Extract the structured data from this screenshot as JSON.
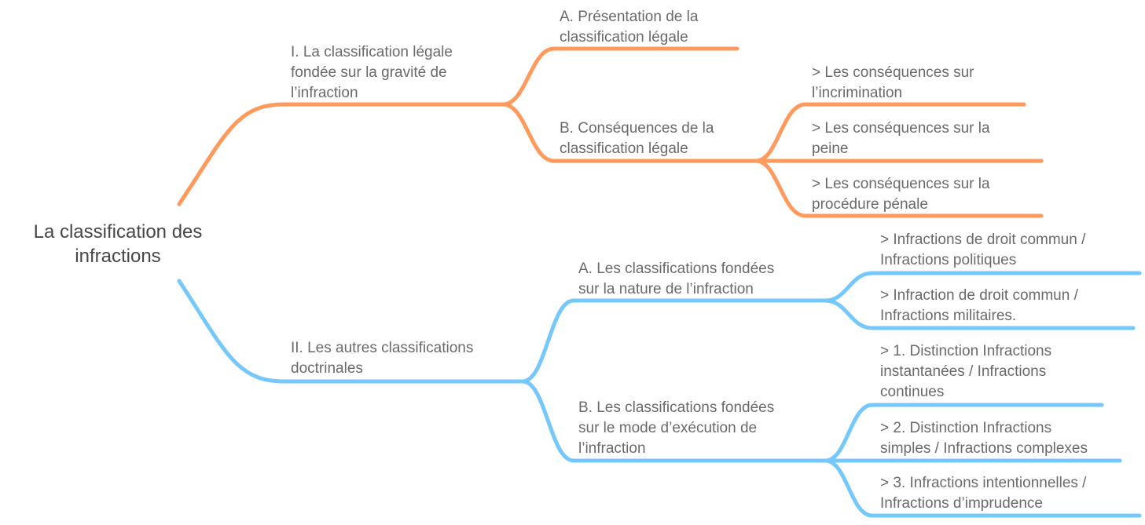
{
  "root": {
    "label": "La classification des\ninfractions"
  },
  "colors": {
    "branch_1": "#FF9A5C",
    "branch_2": "#74C8FB",
    "text": "#6a6a6a"
  },
  "branches": [
    {
      "label": "I.   La classification légale\nfondée sur la gravité de\nl’infraction",
      "children": [
        {
          "label": "A.  Présentation de la\nclassification légale",
          "children": []
        },
        {
          "label": "B.  Conséquences de la\nclassification légale",
          "children": [
            {
              "label": ">   Les conséquences sur\nl’incrimination"
            },
            {
              "label": ">   Les conséquences sur la\npeine"
            },
            {
              "label": ">   Les conséquences sur la\nprocédure pénale"
            }
          ]
        }
      ]
    },
    {
      "label": "II.  Les autres classifications\ndoctrinales",
      "children": [
        {
          "label": "A.  Les classifications fondées\nsur la nature de l’infraction",
          "children": [
            {
              "label": ">   Infractions de droit commun /\nInfractions politiques"
            },
            {
              "label": ">   Infraction de droit commun /\nInfractions militaires."
            }
          ]
        },
        {
          "label": "B.  Les classifications fondées\nsur le mode d’exécution de\nl’infraction",
          "children": [
            {
              "label": ">   1. Distinction Infractions\ninstantanées / Infractions\ncontinues"
            },
            {
              "label": ">   2. Distinction Infractions\nsimples / Infractions complexes"
            },
            {
              "label": ">   3. Infractions intentionnelles /\nInfractions d’imprudence"
            }
          ]
        }
      ]
    }
  ]
}
